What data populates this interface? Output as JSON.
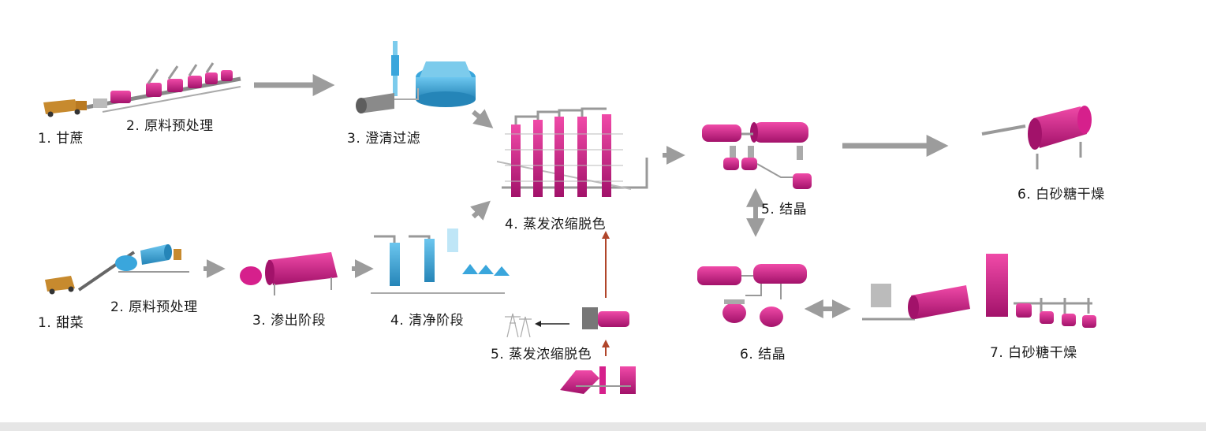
{
  "colors": {
    "machine_primary": "#d6208c",
    "machine_dark": "#a2126a",
    "tank_blue": "#3aa6dc",
    "frame_grey": "#9a9a9a",
    "arrow_grey": "#9c9c9c",
    "arrow_red": "#b0452a"
  },
  "sugarcane_line": {
    "step1": "1. 甘蔗",
    "step2": "2. 原料预处理",
    "step3": "3. 澄清过滤"
  },
  "shared": {
    "step4": "4. 蒸发浓缩脱色",
    "step5": "5. 结晶",
    "step6": "6. 白砂糖干燥"
  },
  "beet_line": {
    "step1": "1. 甜菜",
    "step2": "2. 原料预处理",
    "step3": "3. 渗出阶段",
    "step4": "4. 清净阶段",
    "step5": "5. 蒸发浓缩脱色",
    "step6": "6. 结晶",
    "step7": "7. 白砂糖干燥"
  },
  "icons": [
    "truck-icon",
    "conveyor-icon",
    "clarifier-tank-icon",
    "evaporator-columns-icon",
    "crystallizer-icon",
    "dryer-icon",
    "power-pylon-icon",
    "boiler-icon"
  ]
}
